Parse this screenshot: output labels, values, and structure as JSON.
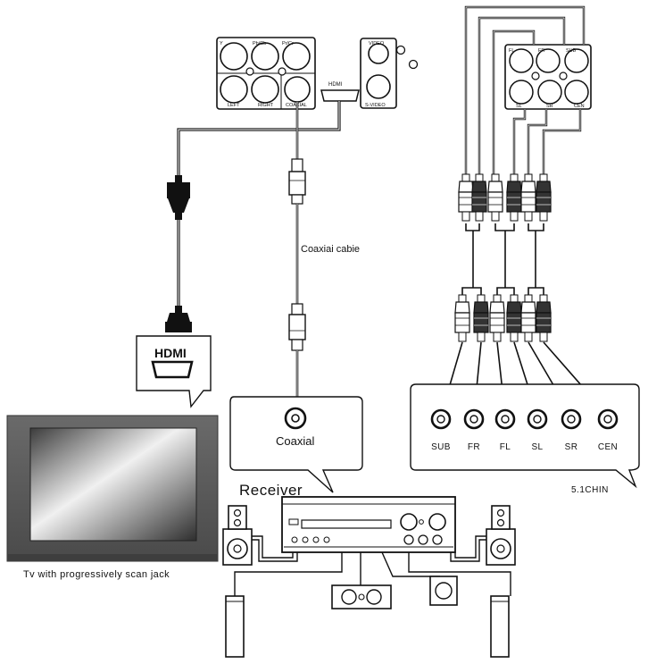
{
  "player_panel": {
    "jack_labels": [
      "Y",
      "Pb/Cb",
      "Pr/Cr",
      "LEFT",
      "RIGHT",
      "COAXIAL"
    ],
    "hdmi_label": "HDMI",
    "video_labels": [
      "VIDEO",
      "S-VIDEO"
    ],
    "surround_labels": [
      "FL",
      "FR",
      "SUB",
      "SL",
      "SR",
      "CEN"
    ]
  },
  "hdmi_port_label": "HDMI",
  "coaxial_cable_label": "Coaxiai  cabie",
  "receiver_coaxial_label": "Coaxial",
  "receiver_label": "Receiver",
  "tv_label": "Tv with progressively scan jack",
  "channel_labels": [
    "SUB",
    "FR",
    "FL",
    "SL",
    "SR",
    "CEN"
  ],
  "channel_box_label": "5.1CHIN",
  "colors": {
    "ink": "#111111",
    "panel_fill": "#ffffff",
    "tv_screen_light": "#e8e8e8",
    "tv_screen_dark": "#3a3a3a",
    "tv_frame": "#5a5a5a"
  }
}
